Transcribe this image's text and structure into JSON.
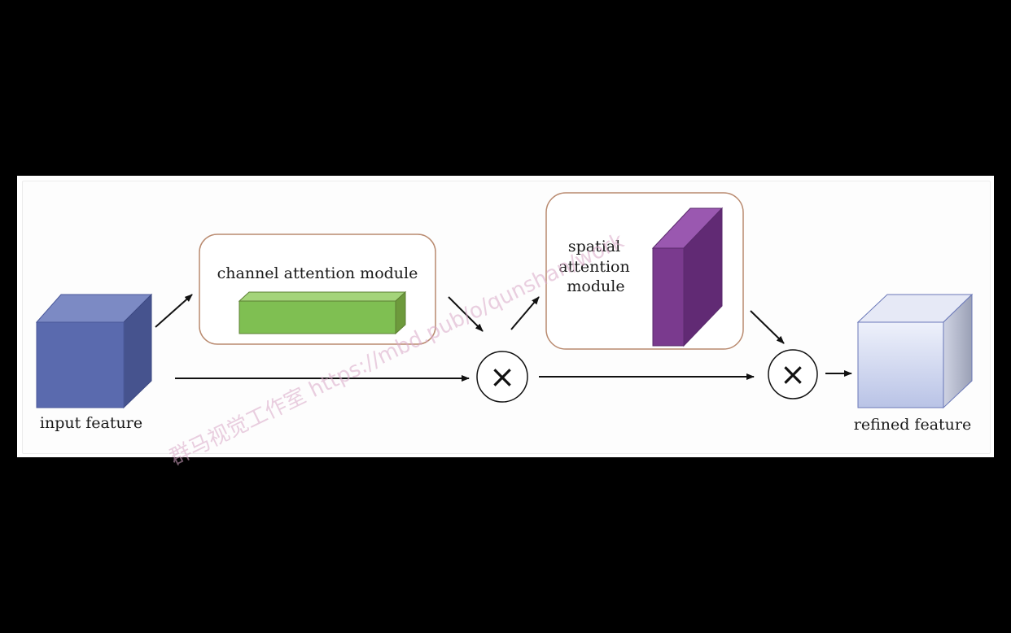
{
  "labels": {
    "input": "input feature",
    "channel_module": "channel attention module",
    "spatial_line1": "spatial",
    "spatial_line2": "attention",
    "spatial_line3": "module",
    "refined": "refined feature"
  },
  "operators": {
    "multiply_1": "×",
    "multiply_2": "×"
  },
  "watermark": "群马视觉工作室 https://mbd.pub/o/qunshan/work",
  "colors": {
    "input_cube": "#5a6aae",
    "channel_bar": "#7fbf52",
    "spatial_slab": "#7a3a8e",
    "refined_cube": "#c8d0ec",
    "module_border": "#b98a6f"
  }
}
